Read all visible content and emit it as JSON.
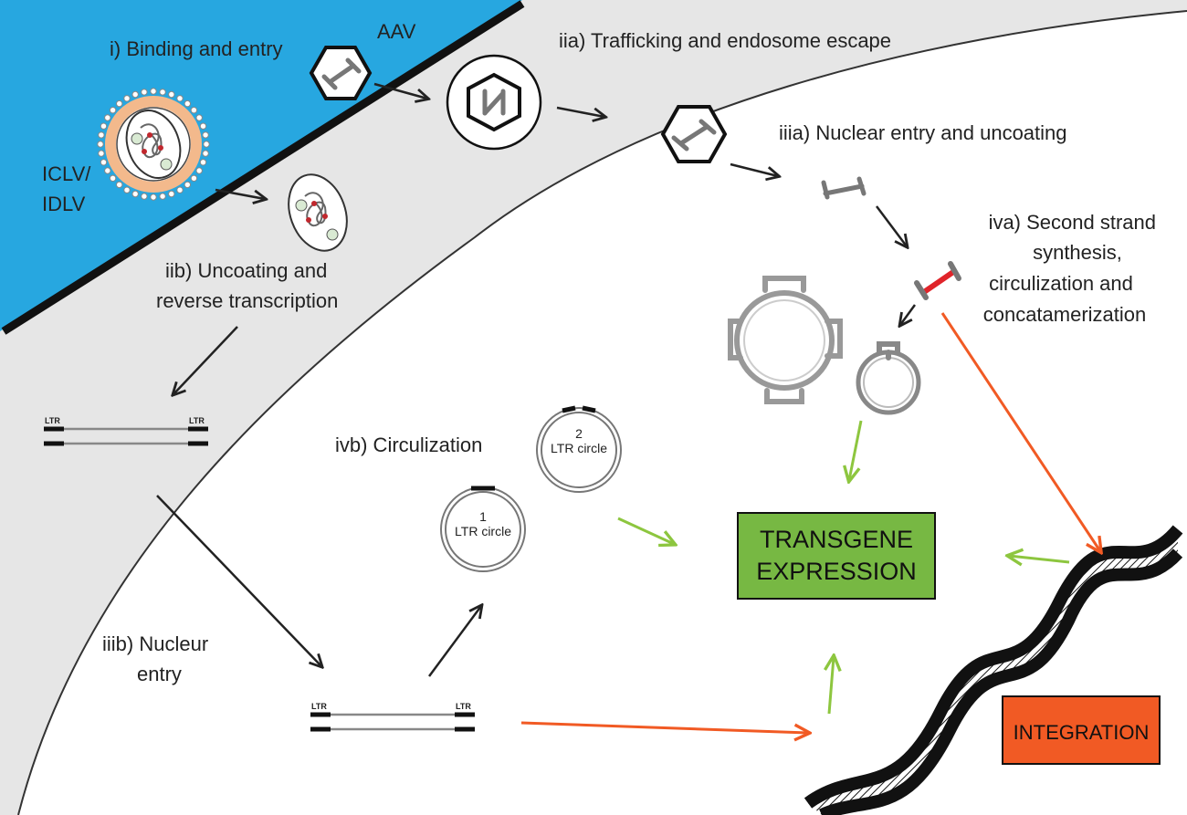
{
  "labels": {
    "binding_entry": "i) Binding and entry",
    "aav": "AAV",
    "iclv_line1": "ICLV/",
    "iclv_line2": "IDLV",
    "trafficking": "iia) Trafficking and endosome escape",
    "nuclear_entry_uncoating": "iiia) Nuclear entry and uncoating",
    "uncoating_rt_line1": "iib) Uncoating and",
    "uncoating_rt_line2": "reverse transcription",
    "second_strand_line1": "iva) Second strand",
    "second_strand_line2": "synthesis,",
    "second_strand_line3": "circulization and",
    "second_strand_line4": "concatamerization",
    "circulization": "ivb) Circulization",
    "nucleur_entry_line1": "iiib) Nucleur",
    "nucleur_entry_line2": "entry",
    "ltr": "LTR",
    "circle1_num": "1",
    "circle2_num": "2",
    "ltr_circle": "LTR circle"
  },
  "outcomes": {
    "transgene_line1": "TRANSGENE",
    "transgene_line2": "EXPRESSION",
    "integration": "INTEGRATION"
  },
  "colors": {
    "extracellular": "#27a7e0",
    "cytoplasm": "#e6e6e6",
    "nucleus": "#ffffff",
    "transgene_box": "#77b843",
    "integration_box": "#f15a24",
    "green_arrow": "#8dc63f",
    "orange_arrow": "#f15a24",
    "second_strand": "#e0242a"
  }
}
